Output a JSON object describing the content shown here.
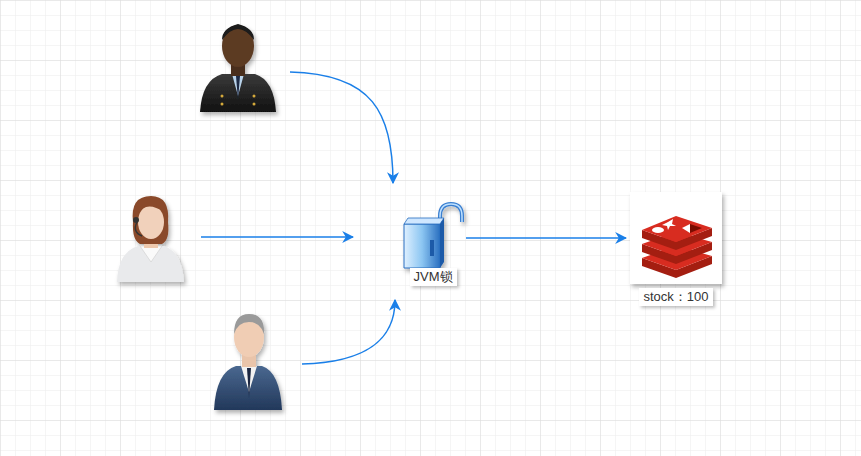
{
  "diagram": {
    "nodes": [
      {
        "text": [
          "JVM锁"
        ]
      },
      {
        "text": [
          "stock：100"
        ]
      }
    ],
    "edges": [
      {
        "from": 0,
        "to": 1,
        "arrow": "to"
      }
    ]
  }
}
